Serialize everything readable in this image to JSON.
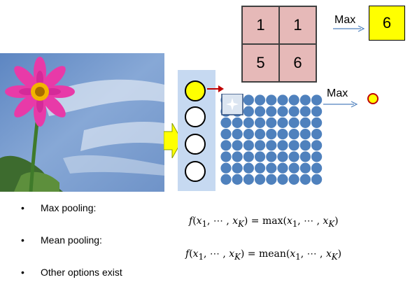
{
  "matrix": {
    "cells": [
      "1",
      "1",
      "5",
      "6"
    ]
  },
  "top_max": {
    "label": "Max",
    "result": "6"
  },
  "mid_max": {
    "label": "Max"
  },
  "bullets": [
    {
      "text": "Max pooling:"
    },
    {
      "text": "Mean pooling:"
    },
    {
      "text": "Other options exist"
    }
  ],
  "formulas": {
    "max": "f(x₁, ⋯, x_K) = max(x₁, ⋯, x_K)",
    "mean": "f(x₁, ⋯, x_K) = mean(x₁, ⋯, x_K)"
  },
  "colors": {
    "panel": "#c6d9f1",
    "dot": "#4f81bd",
    "highlight": "#ffff00",
    "matrix": "#e6b9b8",
    "red_arrow": "#c00000",
    "blue_arrow": "#4f81bd"
  },
  "grid": {
    "rows": 8,
    "cols": 9,
    "highlight_block": "2x2 top-left"
  }
}
